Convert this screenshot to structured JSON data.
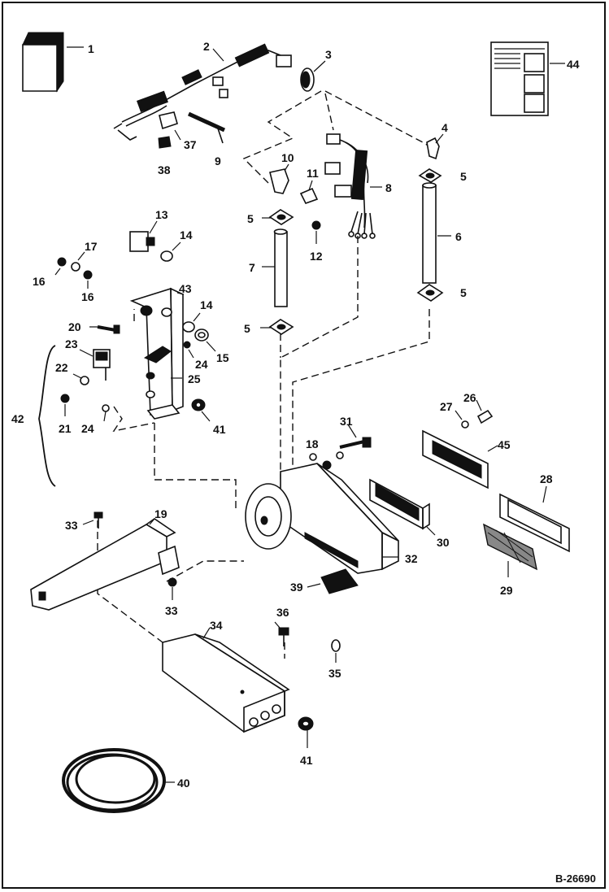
{
  "drawing": {
    "drawing_number": "B-26690",
    "callouts": [
      "1",
      "2",
      "3",
      "4",
      "5",
      "5",
      "5",
      "5",
      "6",
      "7",
      "8",
      "9",
      "10",
      "11",
      "12",
      "13",
      "14",
      "14",
      "15",
      "16",
      "16",
      "17",
      "19",
      "20",
      "21",
      "22",
      "23",
      "24",
      "24",
      "25",
      "26",
      "27",
      "28",
      "29",
      "30",
      "31",
      "32",
      "33",
      "33",
      "34",
      "35",
      "36",
      "37",
      "38",
      "39",
      "40",
      "41",
      "41",
      "42",
      "43",
      "44",
      "45",
      "18"
    ]
  },
  "colors": {
    "ink": "#111111",
    "paper": "#ffffff",
    "shade": "#888888"
  }
}
